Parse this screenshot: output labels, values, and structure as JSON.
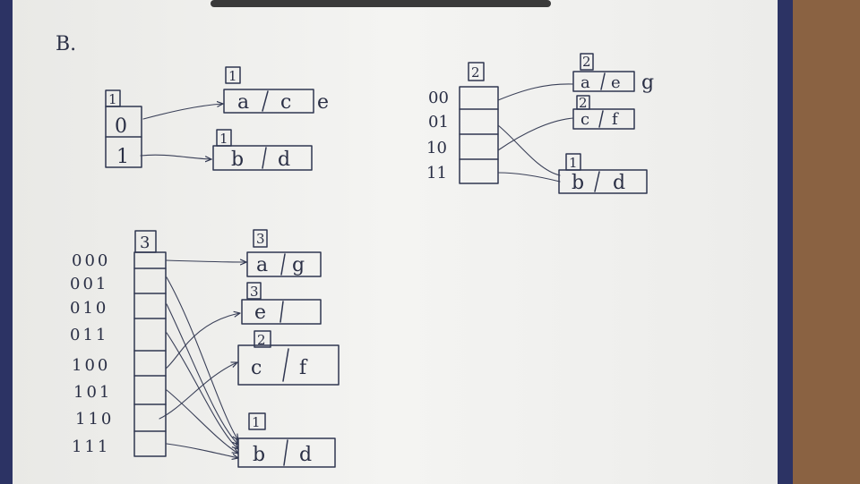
{
  "section_label": "B.",
  "diagram_depth1": {
    "directory": {
      "depth": "1",
      "entries": [
        "0",
        "1"
      ]
    },
    "buckets": [
      {
        "depth": "1",
        "items": [
          "a",
          "c"
        ],
        "overflow": "e"
      },
      {
        "depth": "1",
        "items": [
          "b",
          "d"
        ],
        "overflow": ""
      }
    ]
  },
  "diagram_depth2": {
    "directory": {
      "depth": "2",
      "entries": [
        "00",
        "01",
        "10",
        "11"
      ]
    },
    "buckets": [
      {
        "depth": "2",
        "items": [
          "a",
          "e"
        ],
        "overflow": "g"
      },
      {
        "depth": "2",
        "items": [
          "c",
          "f"
        ],
        "overflow": ""
      },
      {
        "depth": "1",
        "items": [
          "b",
          "d"
        ],
        "overflow": ""
      }
    ]
  },
  "diagram_depth3": {
    "directory": {
      "depth": "3",
      "entries": [
        "000",
        "001",
        "010",
        "011",
        "100",
        "101",
        "110",
        "111"
      ]
    },
    "buckets": [
      {
        "depth": "3",
        "items": [
          "a",
          "g"
        ]
      },
      {
        "depth": "3",
        "items": [
          "e",
          ""
        ]
      },
      {
        "depth": "2",
        "items": [
          "c",
          "f"
        ]
      },
      {
        "depth": "1",
        "items": [
          "b",
          "d"
        ]
      }
    ]
  }
}
